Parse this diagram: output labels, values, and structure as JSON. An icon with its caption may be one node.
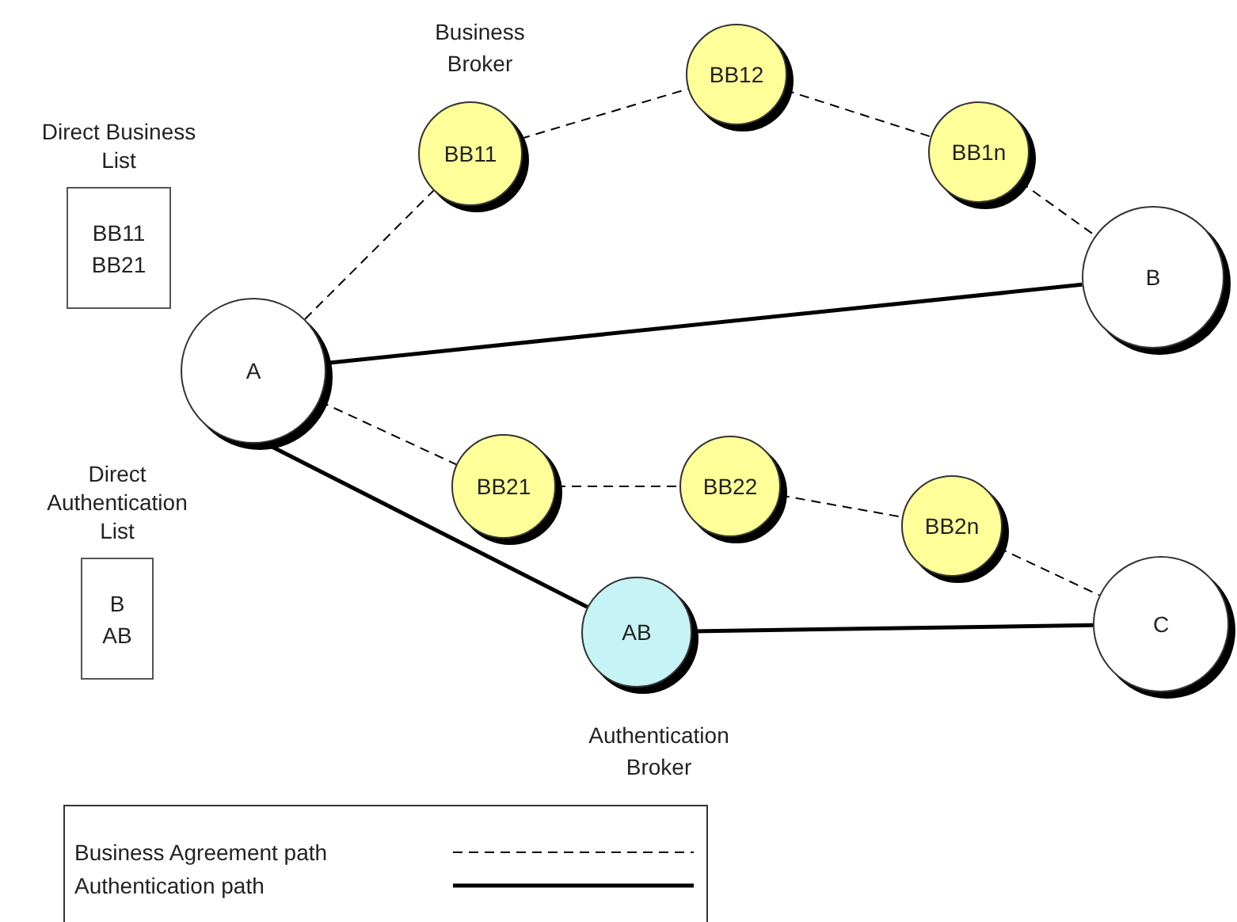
{
  "diagram": {
    "nodes": [
      {
        "text": [
          "Direct Business List",
          "BB11 BB21"
        ]
      },
      {
        "text": [
          "Direct Authentication List",
          "B AB"
        ]
      },
      {
        "text": [
          "A"
        ]
      },
      {
        "text": [
          "BB11"
        ],
        "beside": [
          "Business Broker"
        ]
      },
      {
        "text": [
          "BB12"
        ]
      },
      {
        "text": [
          "BB1n"
        ]
      },
      {
        "text": [
          "B"
        ]
      },
      {
        "text": [
          "BB21"
        ]
      },
      {
        "text": [
          "BB22"
        ]
      },
      {
        "text": [
          "BB2n"
        ]
      },
      {
        "text": [
          "AB"
        ],
        "beside": [
          "Authentication Broker"
        ]
      },
      {
        "text": [
          "C"
        ]
      }
    ],
    "edges": [
      {
        "from": 2,
        "to": 3,
        "arrow": "none",
        "style": "dashed"
      },
      {
        "from": 3,
        "to": 4,
        "arrow": "none",
        "style": "dashed"
      },
      {
        "from": 4,
        "to": 5,
        "arrow": "none",
        "style": "dashed"
      },
      {
        "from": 5,
        "to": 6,
        "arrow": "none",
        "style": "dashed"
      },
      {
        "from": 2,
        "to": 6,
        "arrow": "none",
        "style": "thick"
      },
      {
        "from": 2,
        "to": 7,
        "arrow": "none",
        "style": "dashed"
      },
      {
        "from": 7,
        "to": 8,
        "arrow": "none",
        "style": "dashed"
      },
      {
        "from": 8,
        "to": 9,
        "arrow": "none",
        "style": "dashed"
      },
      {
        "from": 9,
        "to": 11,
        "arrow": "none",
        "style": "dashed"
      },
      {
        "from": 2,
        "to": 10,
        "arrow": "none",
        "style": "thick"
      },
      {
        "from": 10,
        "to": 11,
        "arrow": "none",
        "style": "thick"
      }
    ],
    "legend": [
      {
        "text": "Business Agreement path"
      },
      {
        "text": "Authentication path"
      }
    ]
  }
}
